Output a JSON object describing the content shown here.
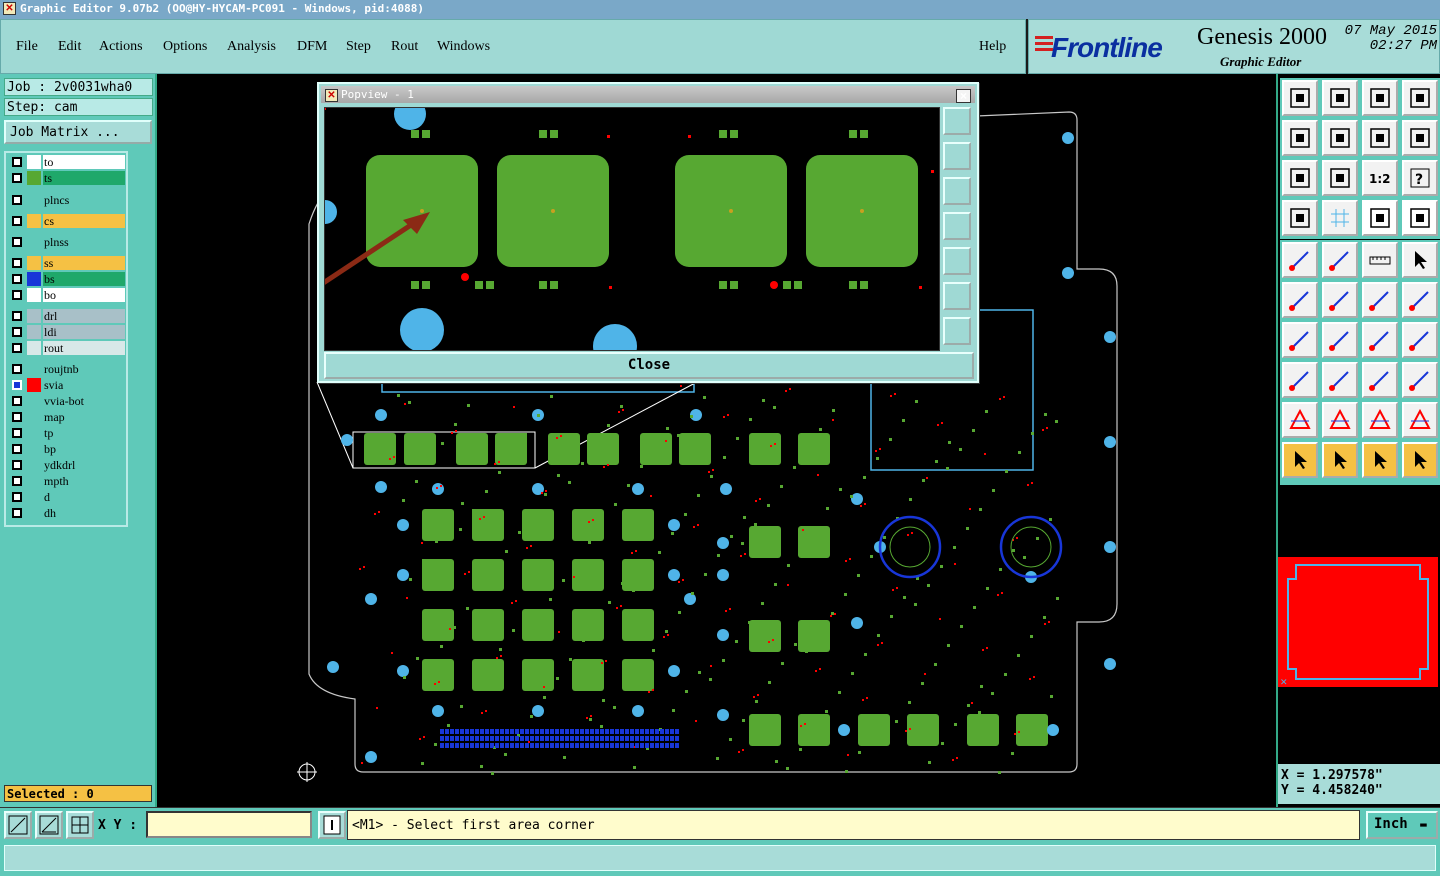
{
  "window": {
    "title": "Graphic Editor 9.07b2 (OO@HY-HYCAM-PC091 - Windows, pid:4088)"
  },
  "menu": [
    "File",
    "Edit",
    "Actions",
    "Options",
    "Analysis",
    "DFM",
    "Step",
    "Rout",
    "Windows"
  ],
  "help_label": "Help",
  "brand": {
    "logo": "Frontline",
    "product": "Genesis 2000",
    "subtitle": "Graphic Editor",
    "date": "07 May 2015",
    "time": "02:27 PM"
  },
  "job": {
    "job_text": "Job : 2v0031wha0",
    "step_text": "Step: cam",
    "matrix_button": "Job Matrix ..."
  },
  "layers": [
    {
      "name": "to",
      "color": "#ffffff",
      "name_bg": "#ffffff",
      "checked": false
    },
    {
      "name": "ts",
      "color": "#57a832",
      "name_bg": "#1fa86a",
      "checked": false
    },
    {
      "name": "plncs",
      "color": "#5fc9b9",
      "name_bg": "#5fc9b9",
      "checked": false
    },
    {
      "name": "cs",
      "color": "#f5c144",
      "name_bg": "#f5c144",
      "checked": false
    },
    {
      "name": "plnss",
      "color": "#5fc9b9",
      "name_bg": "#5fc9b9",
      "checked": false
    },
    {
      "name": "ss",
      "color": "#f5c144",
      "name_bg": "#f5c144",
      "checked": false
    },
    {
      "name": "bs",
      "color": "#1836d8",
      "name_bg": "#1fa86a",
      "checked": false
    },
    {
      "name": "bo",
      "color": "#ffffff",
      "name_bg": "#ffffff",
      "checked": false
    },
    {
      "name": "drl",
      "color": "#a8c0c8",
      "name_bg": "#a8c0c8",
      "checked": false
    },
    {
      "name": "ldi",
      "color": "#a8c0c8",
      "name_bg": "#a8c0c8",
      "checked": false
    },
    {
      "name": "rout",
      "color": "#d8e8e8",
      "name_bg": "#d8e8e8",
      "checked": false
    },
    {
      "name": "roujtnb",
      "color": "#5fc9b9",
      "name_bg": "#5fc9b9",
      "checked": false
    },
    {
      "name": "svia",
      "color": "#ff0000",
      "name_bg": "#5fc9b9",
      "checked": true
    },
    {
      "name": "vvia-bot",
      "color": "#5fc9b9",
      "name_bg": "#5fc9b9",
      "checked": false
    },
    {
      "name": "map",
      "color": "#5fc9b9",
      "name_bg": "#5fc9b9",
      "checked": false
    },
    {
      "name": "tp",
      "color": "#5fc9b9",
      "name_bg": "#5fc9b9",
      "checked": false
    },
    {
      "name": "bp",
      "color": "#5fc9b9",
      "name_bg": "#5fc9b9",
      "checked": false
    },
    {
      "name": "ydkdrl",
      "color": "#5fc9b9",
      "name_bg": "#5fc9b9",
      "checked": false
    },
    {
      "name": "mpth",
      "color": "#5fc9b9",
      "name_bg": "#5fc9b9",
      "checked": false
    },
    {
      "name": "d",
      "color": "#5fc9b9",
      "name_bg": "#5fc9b9",
      "checked": false
    },
    {
      "name": "dh",
      "color": "#5fc9b9",
      "name_bg": "#5fc9b9",
      "checked": false
    }
  ],
  "selected_text": "Selected : 0",
  "popview": {
    "title": "Popview - 1",
    "close_label": "Close",
    "close_x": "×"
  },
  "coords": {
    "x_text": "X = 1.297578\"",
    "y_text": "Y = 4.458240\""
  },
  "status": {
    "xy_label": "X Y :",
    "xy_value": "",
    "message": "<M1> - Select first area corner",
    "unit": "Inch"
  },
  "colors": {
    "board_green": "#57a832",
    "via_blue": "#4fb4e8",
    "pad_red": "#ff0000",
    "accent_teal": "#5fc9b9"
  }
}
